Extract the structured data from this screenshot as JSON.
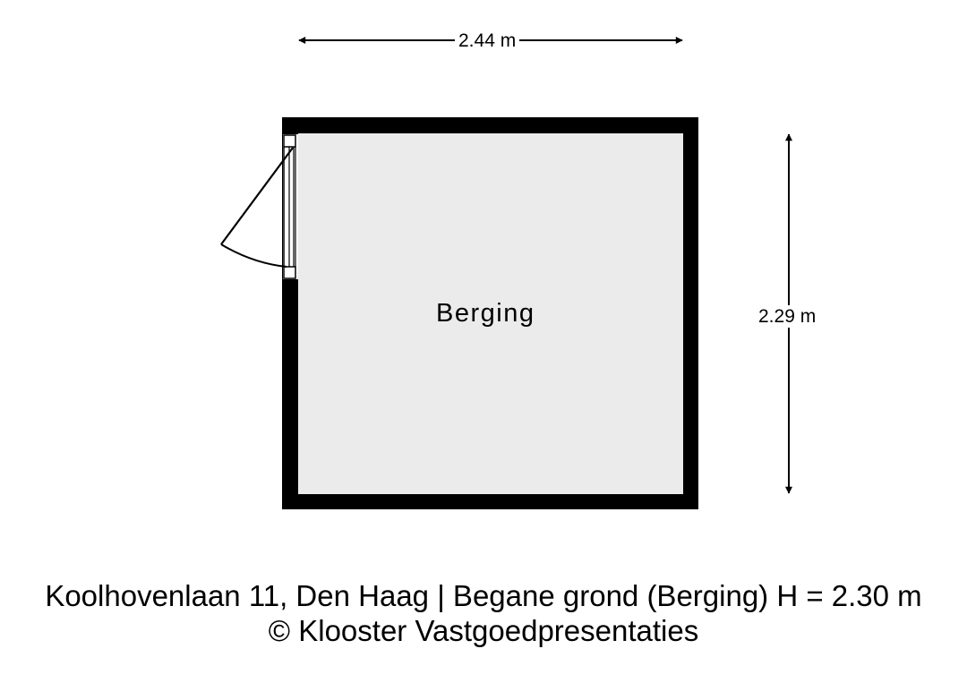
{
  "floorplan": {
    "room": {
      "name": "Berging",
      "floor_color": "#ebebeb",
      "wall_color": "#000000"
    },
    "dimensions": {
      "width": {
        "label": "2.44 m",
        "value_m": 2.44
      },
      "depth": {
        "label": "2.29 m",
        "value_m": 2.29
      }
    },
    "door": {
      "wall": "left",
      "type": "swing-door-outward"
    }
  },
  "caption": {
    "line1": "Koolhovenlaan 11, Den Haag | Begane grond (Berging) H = 2.30 m",
    "line2": "© Klooster Vastgoedpresentaties"
  }
}
